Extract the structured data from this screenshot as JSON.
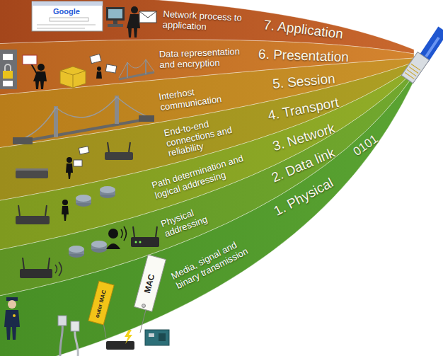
{
  "diagram": {
    "nodes": [
      {
        "text": [
          "7. Application",
          "Network process to application"
        ]
      },
      {
        "text": [
          "6. Presentation",
          "Data representation and encryption"
        ]
      },
      {
        "text": [
          "5. Session",
          "Interhost communication"
        ]
      },
      {
        "text": [
          "4. Transport",
          "End-to-end connections and reliability"
        ]
      },
      {
        "text": [
          "3. Network",
          "Path determination and logical addressing"
        ]
      },
      {
        "text": [
          "2. Data link",
          "Physical addressing"
        ]
      },
      {
        "text": [
          "1. Physical",
          "Media, signal and binary transmission"
        ]
      }
    ],
    "labels": [
      "Google",
      "outer MAC",
      "MAC",
      "0101"
    ]
  }
}
